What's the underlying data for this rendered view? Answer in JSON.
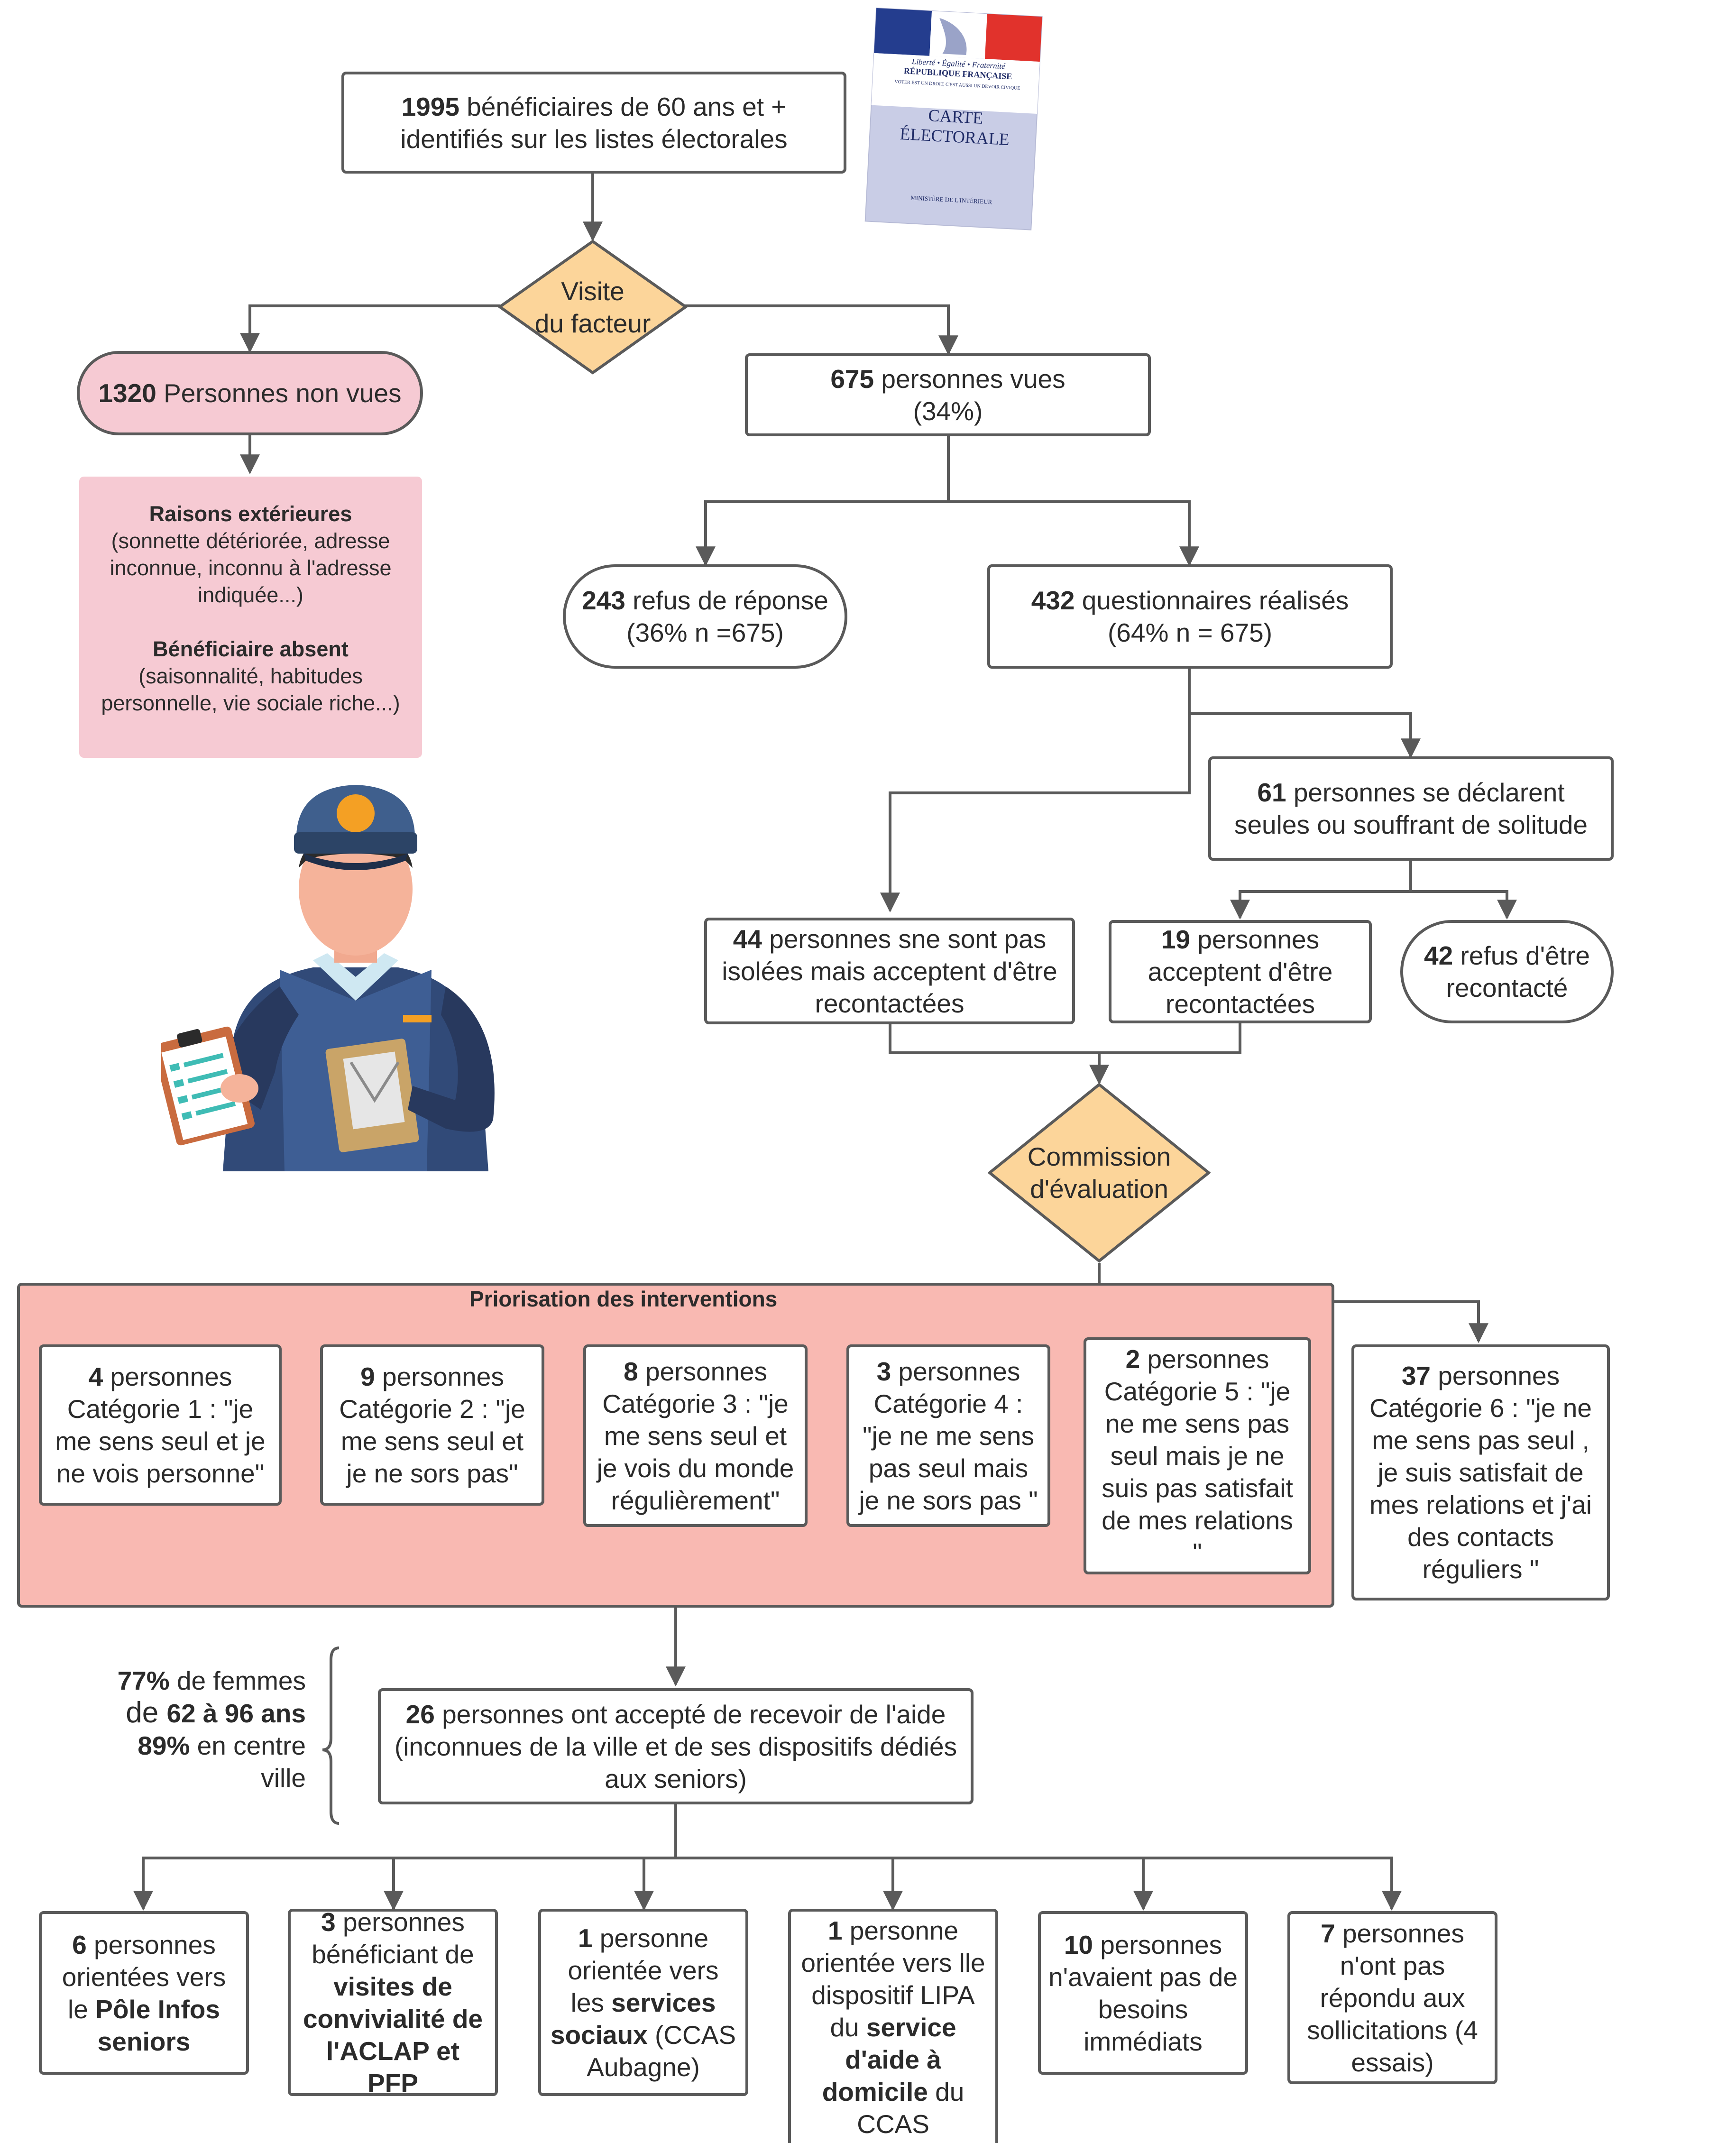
{
  "top": {
    "count": "1995",
    "text": " bénéficiaires de 60 ans et + identifiés sur les listes électorales"
  },
  "voter_card": {
    "motto": "Liberté • Égalité • Fraternité",
    "republic": "RÉPUBLIQUE FRANÇAISE",
    "tagline": "VOTER EST UN DROIT, C'EST AUSSI UN DEVOIR CIVIQUE",
    "title_line1": "CARTE",
    "title_line2": "ÉLECTORALE",
    "ministry": "MINISTÈRE DE L'INTÉRIEUR"
  },
  "visit": {
    "line1": "Visite",
    "line2": "du facteur"
  },
  "not_seen": {
    "count": "1320",
    "text": " Personnes non vues"
  },
  "reasons": {
    "title1": "Raisons extérieures",
    "text1": "(sonnette détériorée, adresse inconnue, inconnu à l'adresse indiquée...)",
    "title2": "Bénéficiaire absent",
    "text2": "(saisonnalité, habitudes personnelle, vie sociale riche...)"
  },
  "seen": {
    "count": "675",
    "text": " personnes vues",
    "pct": "(34%)"
  },
  "refused": {
    "count": "243",
    "text": " refus de réponse",
    "pct": "(36% n =675)"
  },
  "questionnaires": {
    "count": "432",
    "text": " questionnaires réalisés",
    "pct": "(64% n = 675)"
  },
  "lonely": {
    "count": "61",
    "text": " personnes se déclarent seules ou souffrant de solitude"
  },
  "not_isolated": {
    "count": "44",
    "text": " personnes sne sont pas isolées mais acceptent d'être recontactées"
  },
  "accept": {
    "count": "19",
    "text": " personnes acceptent d'être recontactées"
  },
  "refuse_contact": {
    "count": "42",
    "text": " refus d'être recontacté"
  },
  "commission": {
    "line1": "Commission",
    "line2": "d'évaluation"
  },
  "priorisation": "Priorisation des interventions",
  "categories": [
    {
      "count": "4",
      "text": " personnes Catégorie 1 : \"je me sens seul et je ne vois  personne\""
    },
    {
      "count": "9",
      "text": " personnes Catégorie 2 : \"je me sens seul et je ne sors pas\""
    },
    {
      "count": "8",
      "text": " personnes Catégorie 3 : \"je me sens seul et je vois du monde régulièrement\""
    },
    {
      "count": "3",
      "text": " personnes Catégorie 4 : \"je ne me sens pas seul mais je ne sors pas \""
    },
    {
      "count": "2",
      "text": " personnes Catégorie 5 : \"je ne me sens pas seul mais je ne suis pas satisfait de mes relations \""
    },
    {
      "count": "37",
      "text": " personnes Catégorie 6 : \"je ne me sens pas seul , je suis satisfait de mes relations et j'ai des contacts réguliers \""
    }
  ],
  "side_stats": {
    "women_pct": "77%",
    "women_text": " de femmes",
    "age_prefix": "de ",
    "age_range": "62 à 96 ans",
    "centre_pct": "89%",
    "centre_text": " en centre ville"
  },
  "accepted": {
    "count": "26",
    "text": " personnes ont accepté de recevoir de l'aide (inconnues de la ville et de ses dispositifs dédiés aux seniors)"
  },
  "outcomes": [
    {
      "count": "6",
      "text": " personnes orientées vers le ",
      "bold": "Pôle Infos seniors",
      "tail": ""
    },
    {
      "count": "3",
      "text": " personnes bénéficiant de ",
      "bold": "visites de convivialité de l'ACLAP et PFP",
      "tail": ""
    },
    {
      "count": "1",
      "text": " personne orientée vers les ",
      "bold": "services sociaux",
      "tail": " (CCAS Aubagne)"
    },
    {
      "count": "1",
      "text": " personne orientée vers lle dispositif LIPA du ",
      "bold": "service d'aide à domicile",
      "tail": " du CCAS"
    },
    {
      "count": "10",
      "text": " personnes n'avaient pas de besoins immédiats",
      "bold": "",
      "tail": ""
    },
    {
      "count": "7",
      "text": " personnes n'ont pas répondu aux sollicitations (4 essais)",
      "bold": "",
      "tail": ""
    }
  ],
  "colors": {
    "diamond": "#fcd59a",
    "pink_box": "#f6cad3",
    "priority_panel": "#f9b9b2",
    "line": "#5a5a5a"
  },
  "icons": [
    "voter-card-icon",
    "postman-illustration"
  ]
}
